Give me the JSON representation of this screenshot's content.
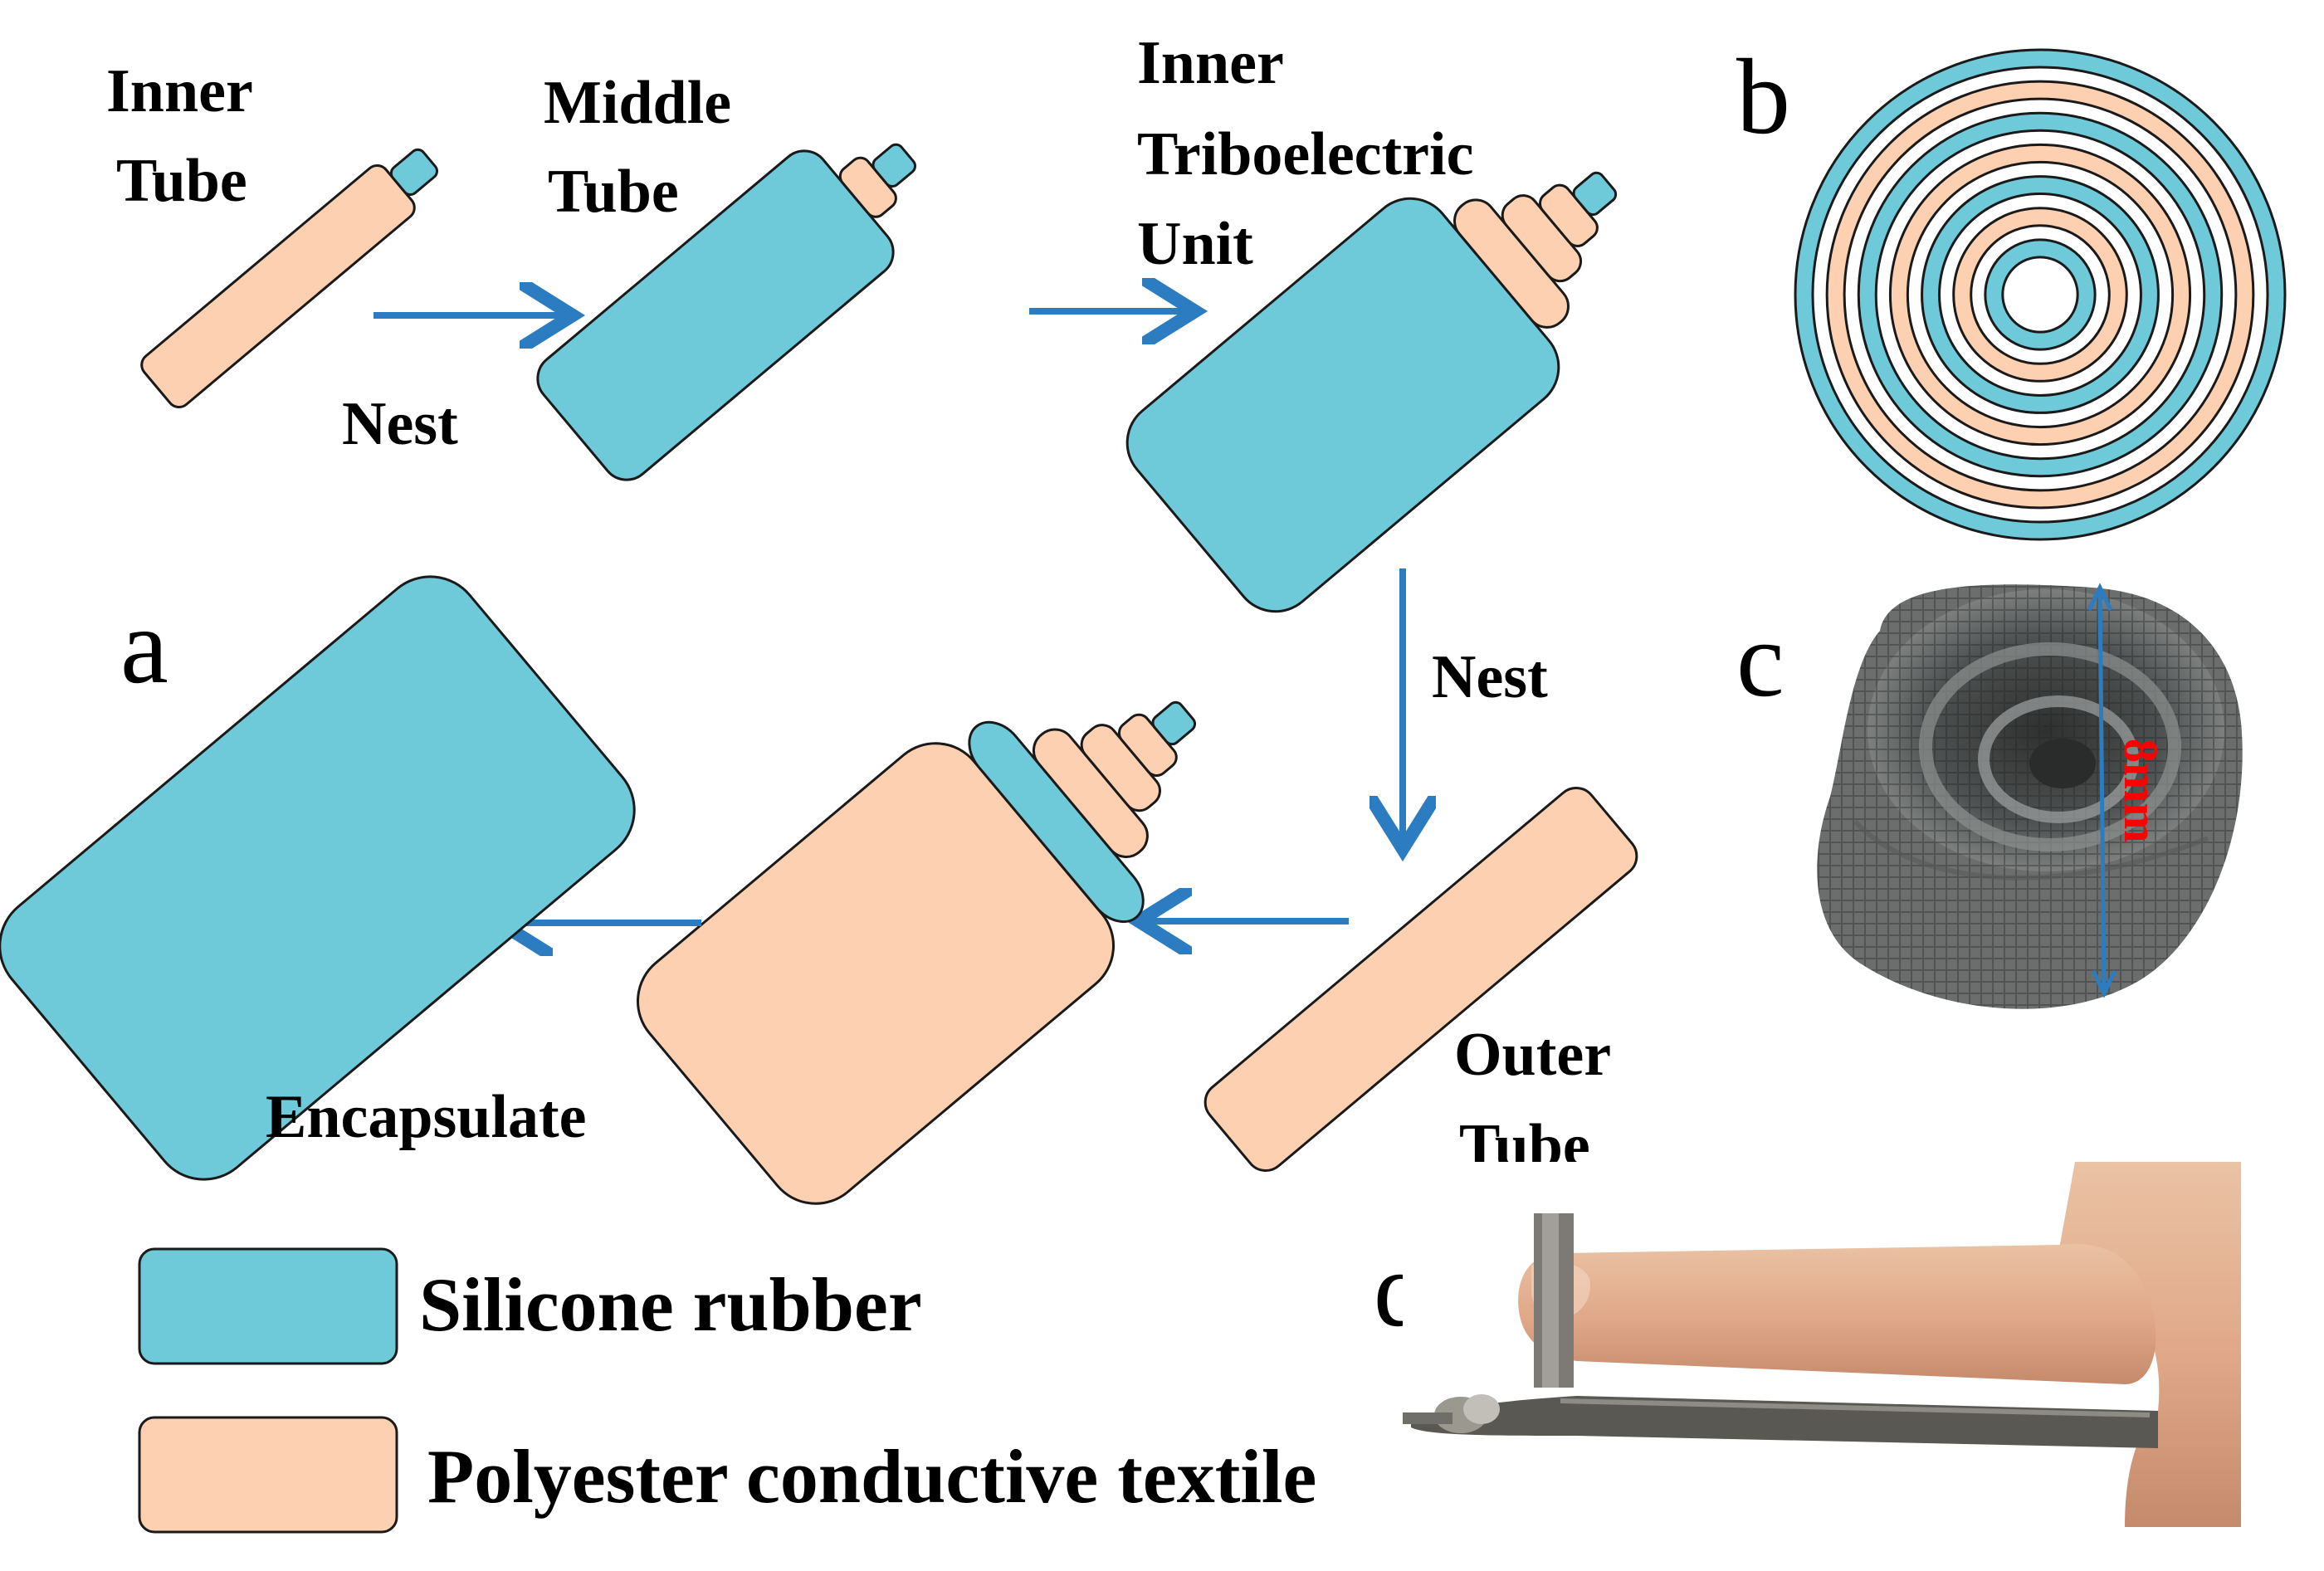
{
  "colors": {
    "silicone": "#6ec9d9",
    "textile": "#fdd0b1",
    "arrow": "#2b7cc0",
    "outline": "#1a1a1a"
  },
  "labels": {
    "inner_tube": [
      "Inner",
      "Tube"
    ],
    "middle_tube": [
      "Middle",
      "Tube"
    ],
    "inner_triboelectric_unit": [
      "Inner",
      "Triboelectric",
      "Unit"
    ],
    "nest_1": "Nest",
    "nest_2": "Nest",
    "outer_tube": [
      "Outer",
      "Tube"
    ],
    "encapsulate": "Encapsulate"
  },
  "panels": {
    "a": "a",
    "b": "b",
    "c": "c",
    "d": "d"
  },
  "measurement": "8mm",
  "legend": [
    {
      "label": "Silicone rubber",
      "color_key": "silicone"
    },
    {
      "label": "Polyester conductive textile",
      "color_key": "textile"
    }
  ],
  "cross_section_rings": [
    "silicone",
    "textile",
    "silicone",
    "textile",
    "silicone",
    "textile",
    "silicone"
  ],
  "photos": {
    "c": "cross-section of conductive textile tube",
    "d": "finger pressing on tubular sensor"
  }
}
